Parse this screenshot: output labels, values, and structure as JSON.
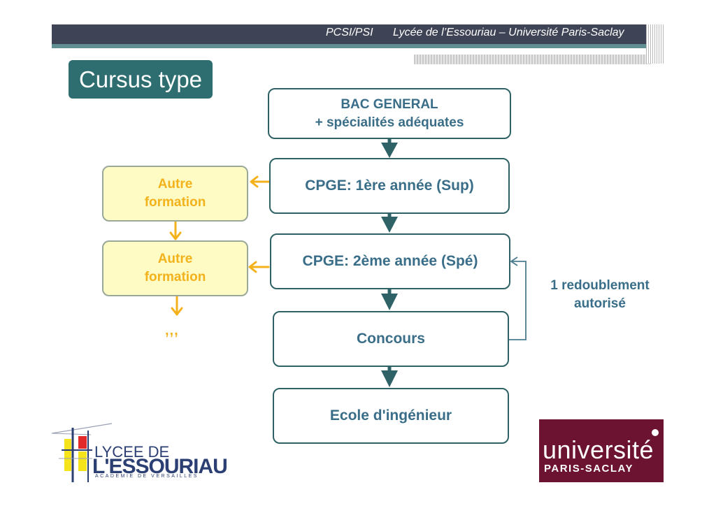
{
  "header": {
    "left": "PCSI/PSI",
    "right": "Lycée de l’Essouriau – Université Paris-Saclay"
  },
  "title": "Cursus type",
  "nodes": {
    "bac": [
      "BAC GENERAL",
      "+ spécialités adéquates"
    ],
    "sup": "CPGE: 1ère année (Sup)",
    "spe": "CPGE: 2ème année (Spé)",
    "concours": "Concours",
    "ecole": "Ecole d'ingénieur"
  },
  "alternatives": [
    [
      "Autre",
      "formation"
    ],
    [
      "Autre",
      "formation"
    ]
  ],
  "ellipsis": ",,,",
  "note": [
    "1 redoublement",
    "autorisé"
  ],
  "logos": {
    "lycee": [
      "LYCEE DE",
      "L'ESSOURIAU",
      "ACADEMIE DE VERSAILLES"
    ],
    "saclay": [
      "université",
      "PARIS-SACLAY"
    ]
  },
  "colors": {
    "header": "#3f4356",
    "title_bg": "#2e6e70",
    "node_border": "#2f6266",
    "node_text": "#3a6e88",
    "alt_bg": "#fefcc4",
    "alt_text": "#f3b21c",
    "arrow_main": "#2f6266",
    "arrow_alt": "#f3b21c",
    "saclay_bg": "#6b1331"
  }
}
